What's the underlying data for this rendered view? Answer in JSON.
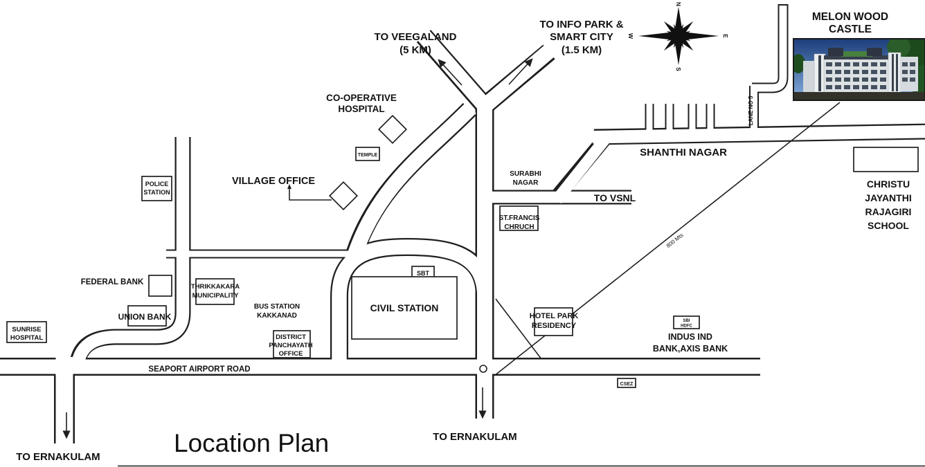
{
  "page": {
    "title": "Location Plan"
  },
  "compass": {
    "north": "N",
    "south": "S",
    "east": "E",
    "west": "W"
  },
  "project": {
    "line1": "MELON WOOD",
    "line2": "CASTLE"
  },
  "directions": {
    "veegaland": {
      "line1": "TO VEEGALAND",
      "line2": "(5 KM)"
    },
    "infopark": {
      "line1": "TO INFO PARK &",
      "line2": "SMART CITY",
      "line3": "(1.5 KM)"
    },
    "vsnl": {
      "label": "TO VSNL"
    },
    "ernakulam_west": {
      "label": "TO ERNAKULAM"
    },
    "ernakulam_south": {
      "label": "TO ERNAKULAM"
    }
  },
  "roads": {
    "seaport": "SEAPORT AIRPORT ROAD",
    "shanthi": "SHANTHI NAGAR",
    "lane5": "LANE NO 5",
    "distance_marker": "800 Mts"
  },
  "areas": {
    "surabhi": {
      "line1": "SURABHI",
      "line2": "NAGAR"
    }
  },
  "landmarks": {
    "police": {
      "line1": "POLICE",
      "line2": "STATION"
    },
    "coop": {
      "line1": "CO-OPERATIVE",
      "line2": "HOSPITAL"
    },
    "temple": {
      "label": "TEMPLE"
    },
    "village": {
      "label": "VILLAGE OFFICE"
    },
    "federal": {
      "label": "FEDERAL BANK"
    },
    "union": {
      "label": "UNION BANK"
    },
    "sunrise": {
      "line1": "SUNRISE",
      "line2": "HOSPITAL"
    },
    "thrikkakara": {
      "line1": "THRIKKAKARA",
      "line2": "MUNICIPALITY"
    },
    "bus": {
      "line1": "BUS STATION",
      "line2": "KAKKANAD"
    },
    "district": {
      "line1": "DISTRICT",
      "line2": "PANCHAYATH",
      "line3": "OFFICE"
    },
    "sbt": {
      "label": "SBT"
    },
    "civil": {
      "label": "CIVIL STATION"
    },
    "stfrancis": {
      "line1": "ST.FRANCIS",
      "line2": "CHRUCH"
    },
    "hotel": {
      "line1": "HOTEL PARK",
      "line2": "RESIDENCY"
    },
    "sbi": {
      "line1": "SBI",
      "line2": "HDFC"
    },
    "indus": {
      "line1": "INDUS IND",
      "line2": "BANK,AXIS BANK"
    },
    "csez": {
      "label": "CSEZ"
    },
    "school": {
      "line1": "CHRISTU",
      "line2": "JAYANTHI",
      "line3": "RAJAGIRI",
      "line4": "SCHOOL"
    }
  },
  "colors": {
    "line": "#1f1f1f",
    "background": "#ffffff",
    "photo_sky_top": "#1c3e7c",
    "photo_sky_bottom": "#86aede",
    "photo_tree_green": "#1d4a1d",
    "photo_building": "#dde1e4",
    "photo_ground": "#33322a"
  }
}
